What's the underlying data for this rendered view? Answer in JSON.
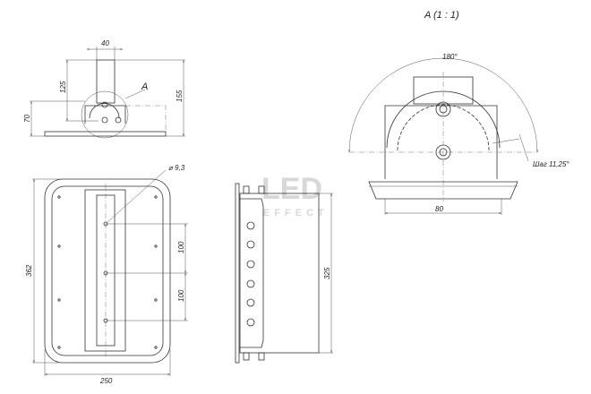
{
  "watermark": {
    "line1": "LED",
    "line2": "EFFECT"
  },
  "top_view": {
    "dim_width": "40",
    "dim_pipe": "125",
    "dim_total": "155",
    "dim_height": "70",
    "detail_label": "A"
  },
  "front_view": {
    "dim_hole": "⌀ 9,3",
    "dim_spacing_1": "100",
    "dim_spacing_2": "100",
    "dim_height": "362",
    "dim_width": "250"
  },
  "side_view": {
    "dim_height": "325"
  },
  "detail_a": {
    "title": "A (1 : 1)",
    "dim_angle": "180°",
    "dim_step": "Шаг 11,25°",
    "dim_width": "80"
  }
}
